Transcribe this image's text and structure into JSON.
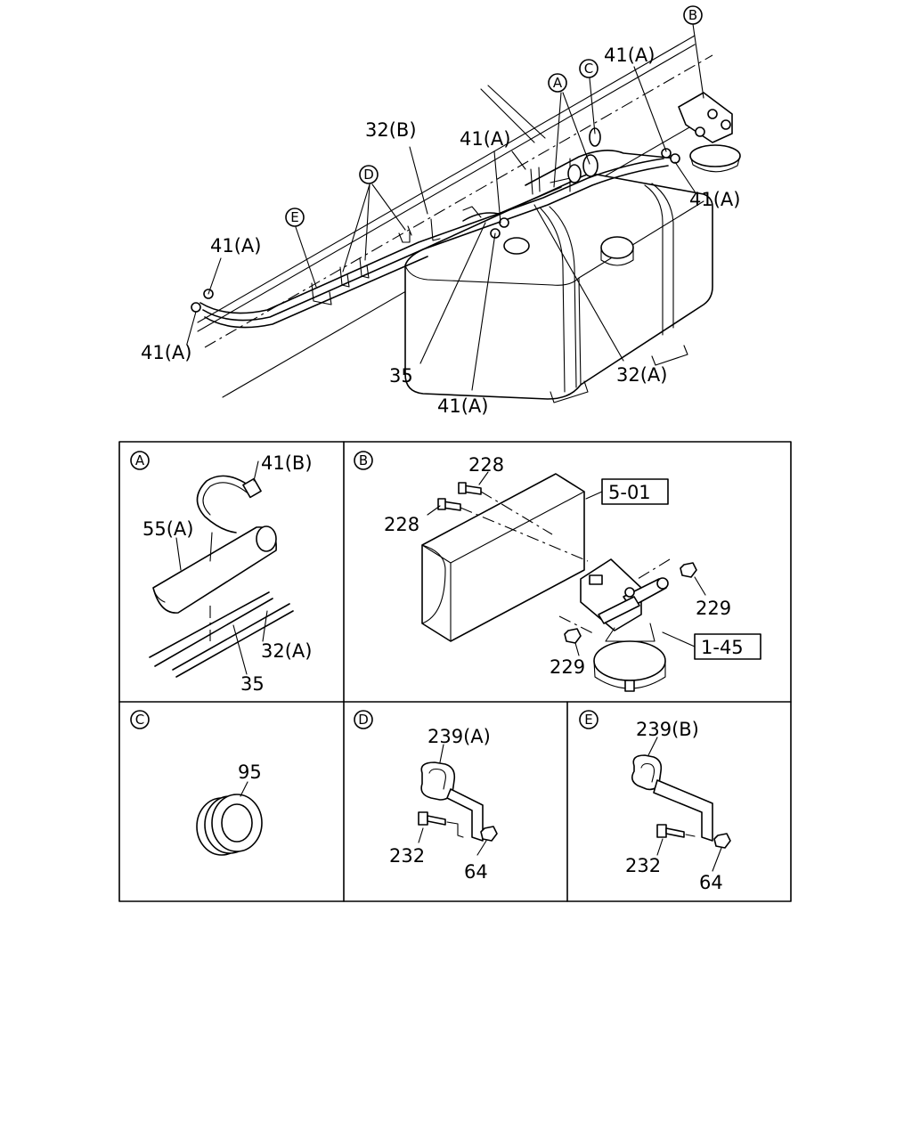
{
  "overview": {
    "labels": {
      "p41a_top": "41(A)",
      "p41a_right": "41(A)",
      "p41a_mid": "41(A)",
      "p41a_left_top": "41(A)",
      "p41a_left_bottom": "41(A)",
      "p41a_bottom": "41(A)",
      "p32b": "32(B)",
      "p32a": "32(A)",
      "p35": "35"
    },
    "callouts": {
      "a": "A",
      "b": "B",
      "c": "C",
      "d": "D",
      "e": "E"
    }
  },
  "details": {
    "a": {
      "tag": "A",
      "p41b": "41(B)",
      "p55a": "55(A)",
      "p32a": "32(A)",
      "p35": "35"
    },
    "b": {
      "tag": "B",
      "p228_top": "228",
      "p228_left": "228",
      "ref_501": "5-01",
      "ref_145": "1-45",
      "p229_right": "229",
      "p229_bottom": "229"
    },
    "c": {
      "tag": "C",
      "p95": "95"
    },
    "d": {
      "tag": "D",
      "p239a": "239(A)",
      "p232": "232",
      "p64": "64"
    },
    "e": {
      "tag": "E",
      "p239b": "239(B)",
      "p232": "232",
      "p64": "64"
    }
  }
}
